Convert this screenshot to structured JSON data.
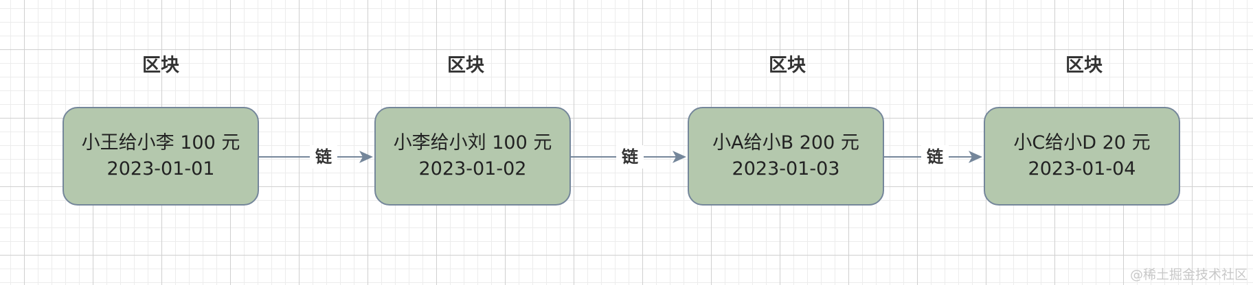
{
  "blocks": [
    {
      "title": "区块",
      "line1": "小王给小李 100 元",
      "line2": "2023-01-01"
    },
    {
      "title": "区块",
      "line1": "小李给小刘 100 元",
      "line2": "2023-01-02"
    },
    {
      "title": "区块",
      "line1": "小A给小B 200 元",
      "line2": "2023-01-03"
    },
    {
      "title": "区块",
      "line1": "小C给小D 20 元",
      "line2": "2023-01-04"
    }
  ],
  "links": [
    {
      "label": "链"
    },
    {
      "label": "链"
    },
    {
      "label": "链"
    }
  ],
  "watermark": "@稀土掘金技术社区",
  "colors": {
    "block_fill": "#b4c8ad",
    "block_border": "#74869a",
    "arrow": "#74869a"
  }
}
